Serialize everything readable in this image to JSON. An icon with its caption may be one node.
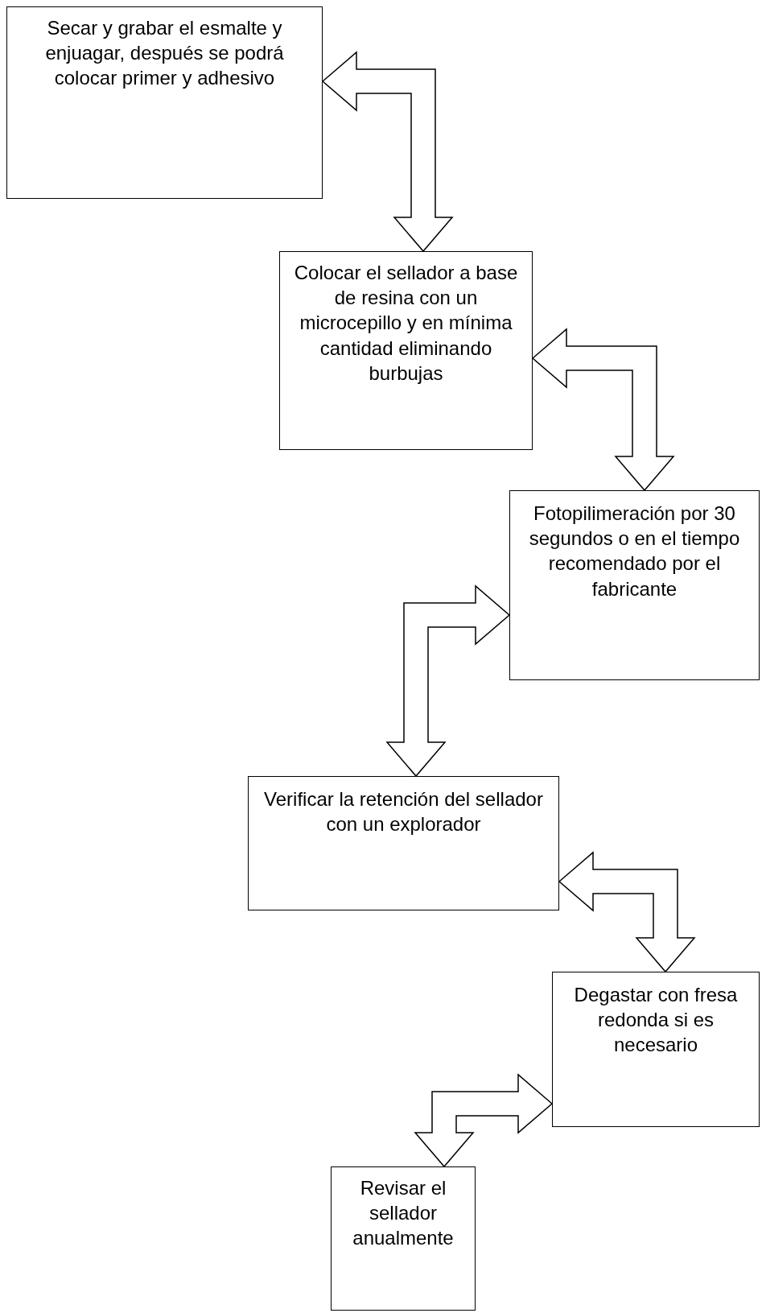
{
  "diagram": {
    "nodes": [
      {
        "text": [
          "Secar y grabar el esmalte y enjuagar, después se podrá colocar primer y adhesivo"
        ]
      },
      {
        "text": [
          "Colocar el sellador a base de resina con un microcepillo y en mínima cantidad eliminando burbujas"
        ]
      },
      {
        "text": [
          "Fotopilimeración por 30 segundos o en el tiempo recomendado por el fabricante"
        ]
      },
      {
        "text": [
          "Verificar la retención del sellador con un explorador"
        ]
      },
      {
        "text": [
          "Degastar con fresa redonda si es necesario"
        ]
      },
      {
        "text": [
          "Revisar el sellador anualmente"
        ]
      }
    ],
    "edges": [
      {
        "from": 0,
        "to": 1,
        "arrow": "both"
      },
      {
        "from": 1,
        "to": 2,
        "arrow": "both"
      },
      {
        "from": 2,
        "to": 3,
        "arrow": "both"
      },
      {
        "from": 3,
        "to": 4,
        "arrow": "both"
      },
      {
        "from": 4,
        "to": 5,
        "arrow": "both"
      }
    ]
  }
}
